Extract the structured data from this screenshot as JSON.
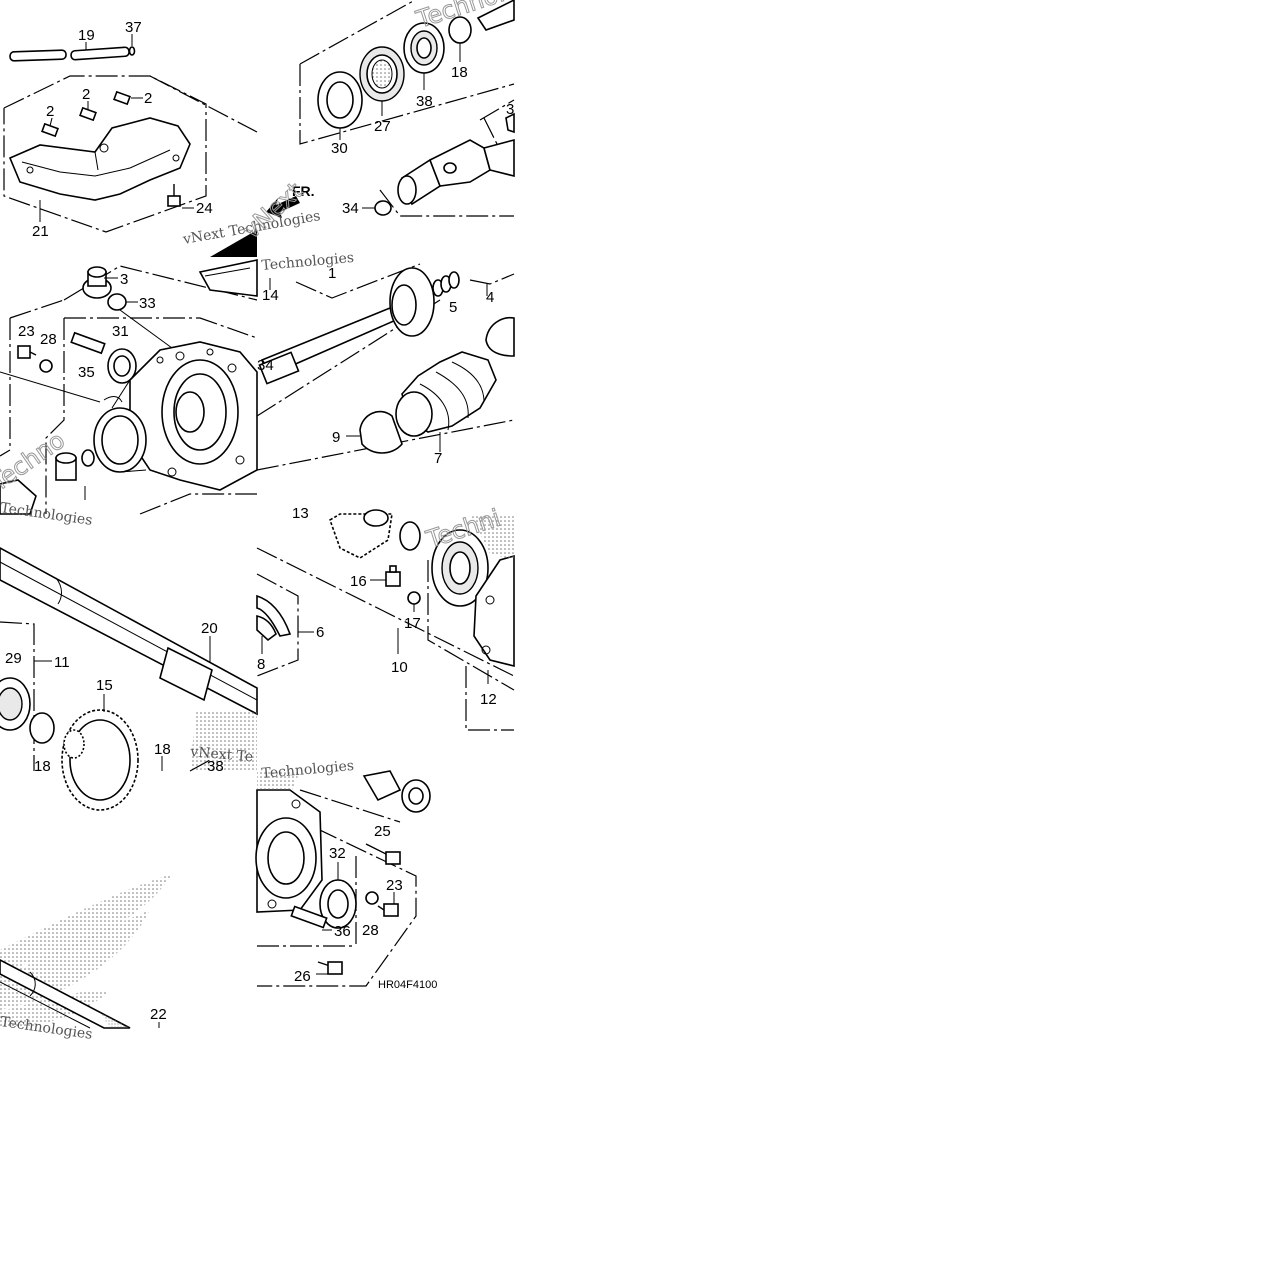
{
  "diagram": {
    "code": "HR04F4100",
    "direction_label": "FR.",
    "watermarks": [
      "vNext Technologies",
      "Technologies",
      "Technologies",
      "Techno",
      "vNext Te",
      "vNext Te",
      "Techni",
      "vNext",
      "Technologies"
    ],
    "callouts": [
      {
        "id": "c19",
        "label": "19"
      },
      {
        "id": "c37",
        "label": "37"
      },
      {
        "id": "c2a",
        "label": "2"
      },
      {
        "id": "c2b",
        "label": "2"
      },
      {
        "id": "c2c",
        "label": "2"
      },
      {
        "id": "c21",
        "label": "21"
      },
      {
        "id": "c24",
        "label": "24"
      },
      {
        "id": "c18a",
        "label": "18"
      },
      {
        "id": "c38a",
        "label": "38"
      },
      {
        "id": "c27",
        "label": "27"
      },
      {
        "id": "c30",
        "label": "30"
      },
      {
        "id": "c34a",
        "label": "34"
      },
      {
        "id": "c3x",
        "label": "3"
      },
      {
        "id": "c3",
        "label": "3"
      },
      {
        "id": "c33",
        "label": "33"
      },
      {
        "id": "c23a",
        "label": "23"
      },
      {
        "id": "c28a",
        "label": "28"
      },
      {
        "id": "c31",
        "label": "31"
      },
      {
        "id": "c35",
        "label": "35"
      },
      {
        "id": "c14",
        "label": "14"
      },
      {
        "id": "c1",
        "label": "1"
      },
      {
        "id": "c4",
        "label": "4"
      },
      {
        "id": "c5",
        "label": "5"
      },
      {
        "id": "c34b",
        "label": "34"
      },
      {
        "id": "c9",
        "label": "9"
      },
      {
        "id": "c7",
        "label": "7"
      },
      {
        "id": "c20",
        "label": "20"
      },
      {
        "id": "c29",
        "label": "29"
      },
      {
        "id": "c11",
        "label": "11"
      },
      {
        "id": "c15",
        "label": "15"
      },
      {
        "id": "c18b",
        "label": "18"
      },
      {
        "id": "c18c",
        "label": "18"
      },
      {
        "id": "c38b",
        "label": "38"
      },
      {
        "id": "c13",
        "label": "13"
      },
      {
        "id": "c16",
        "label": "16"
      },
      {
        "id": "c17",
        "label": "17"
      },
      {
        "id": "c10",
        "label": "10"
      },
      {
        "id": "c12",
        "label": "12"
      },
      {
        "id": "c6",
        "label": "6"
      },
      {
        "id": "c8",
        "label": "8"
      },
      {
        "id": "c25",
        "label": "25"
      },
      {
        "id": "c32",
        "label": "32"
      },
      {
        "id": "c23b",
        "label": "23"
      },
      {
        "id": "c28b",
        "label": "28"
      },
      {
        "id": "c36",
        "label": "36"
      },
      {
        "id": "c26",
        "label": "26"
      },
      {
        "id": "c22",
        "label": "22"
      }
    ]
  }
}
